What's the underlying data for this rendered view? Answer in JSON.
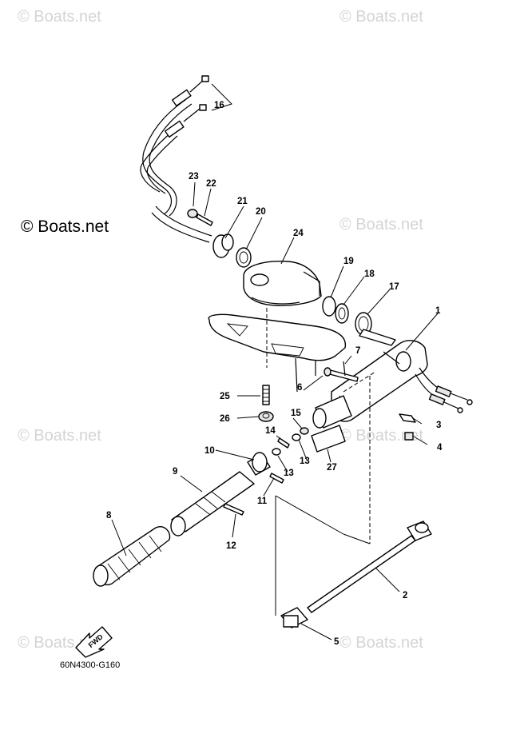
{
  "watermarks": {
    "top_left": "© Boats.net",
    "top_right": "© Boats.net",
    "main": "© Boats.net",
    "mid_right": "© Boats.net",
    "lower_left": "© Boats.net",
    "lower_right": "© Boats.net",
    "bottom_left": "© Boats.net",
    "bottom_right": "© Boats.net"
  },
  "callouts": {
    "p1": "1",
    "p2": "2",
    "p3": "3",
    "p4": "4",
    "p5": "5",
    "p6": "6",
    "p7": "7",
    "p8": "8",
    "p9": "9",
    "p10": "10",
    "p11": "11",
    "p12": "12",
    "p13a": "13",
    "p13b": "13",
    "p14": "14",
    "p15": "15",
    "p16": "16",
    "p17": "17",
    "p18": "18",
    "p19": "19",
    "p20": "20",
    "p21": "21",
    "p22": "22",
    "p23": "23",
    "p24": "24",
    "p25": "25",
    "p26": "26",
    "p27": "27"
  },
  "fwd_label": "FWD",
  "diagram_code": "60N4300-G160"
}
